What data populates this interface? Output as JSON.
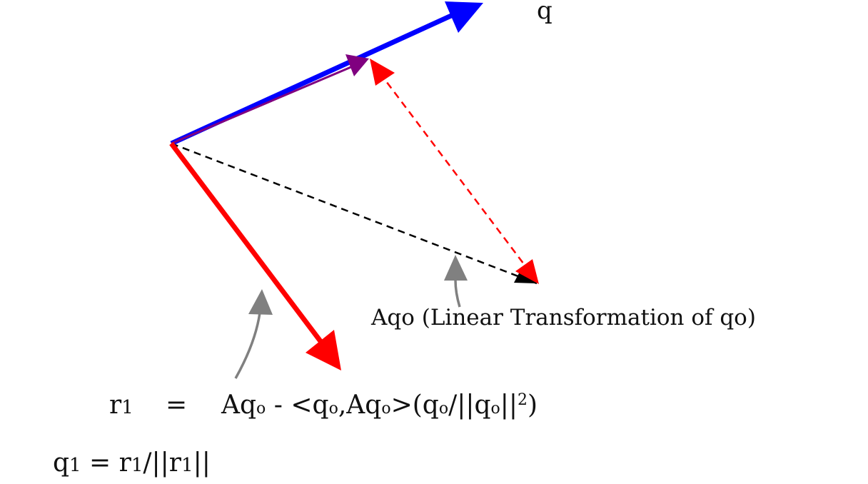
{
  "labels": {
    "q": "q",
    "aqo": "Aqo (Linear Transformation of qo)"
  },
  "equations": {
    "r1": {
      "r": "r",
      "r_sub": "1",
      "eq": "=",
      "aq": "Aq",
      "aq_sub": "o",
      "minus": " - <q",
      "q_sub1": "o",
      "comma_aq": ",Aq",
      "aq_sub2": "o",
      "gt_paren_q": ">(q",
      "q_sub2": "o",
      "slash_norm_q": "/||q",
      "q_sub3": "o",
      "norm_close": "||",
      "power": "2",
      "paren_close": ")"
    },
    "q1": {
      "q": "q",
      "q_sub": "1",
      "eq_r": " = r",
      "r_sub": "1",
      "slash_norm_r": "/||r",
      "r_sub2": "1",
      "norm_close": "||"
    }
  },
  "colors": {
    "q_vector": "#0000ff",
    "r_vector": "#ff0000",
    "projection": "#800080",
    "aqo_vector": "#000000",
    "difference": "#ff0000",
    "pointer": "#808080"
  }
}
